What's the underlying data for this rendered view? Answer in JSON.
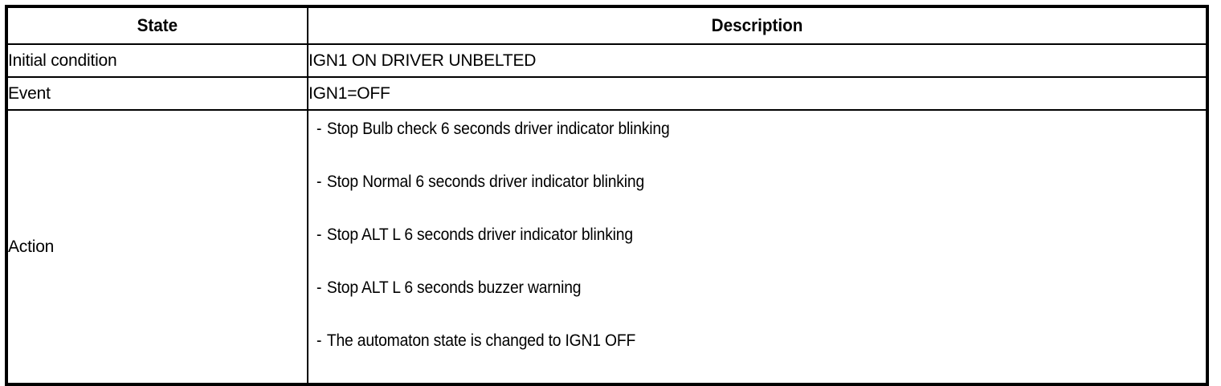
{
  "table": {
    "headers": {
      "state": "State",
      "description": "Description"
    },
    "rows": [
      {
        "label": "Initial condition",
        "value": "IGN1 ON DRIVER UNBELTED"
      },
      {
        "label": "Event",
        "value": "IGN1=OFF"
      }
    ],
    "action": {
      "label": "Action",
      "bullet_marker": "-",
      "items": [
        "Stop Bulb check 6 seconds driver indicator blinking",
        "Stop Normal 6 seconds driver indicator blinking",
        "Stop ALT L 6 seconds driver indicator blinking",
        "Stop ALT L 6 seconds buzzer warning",
        "The automaton state is changed to IGN1 OFF"
      ]
    }
  },
  "colors": {
    "border": "#000000",
    "text": "#000000",
    "background": "#ffffff"
  }
}
